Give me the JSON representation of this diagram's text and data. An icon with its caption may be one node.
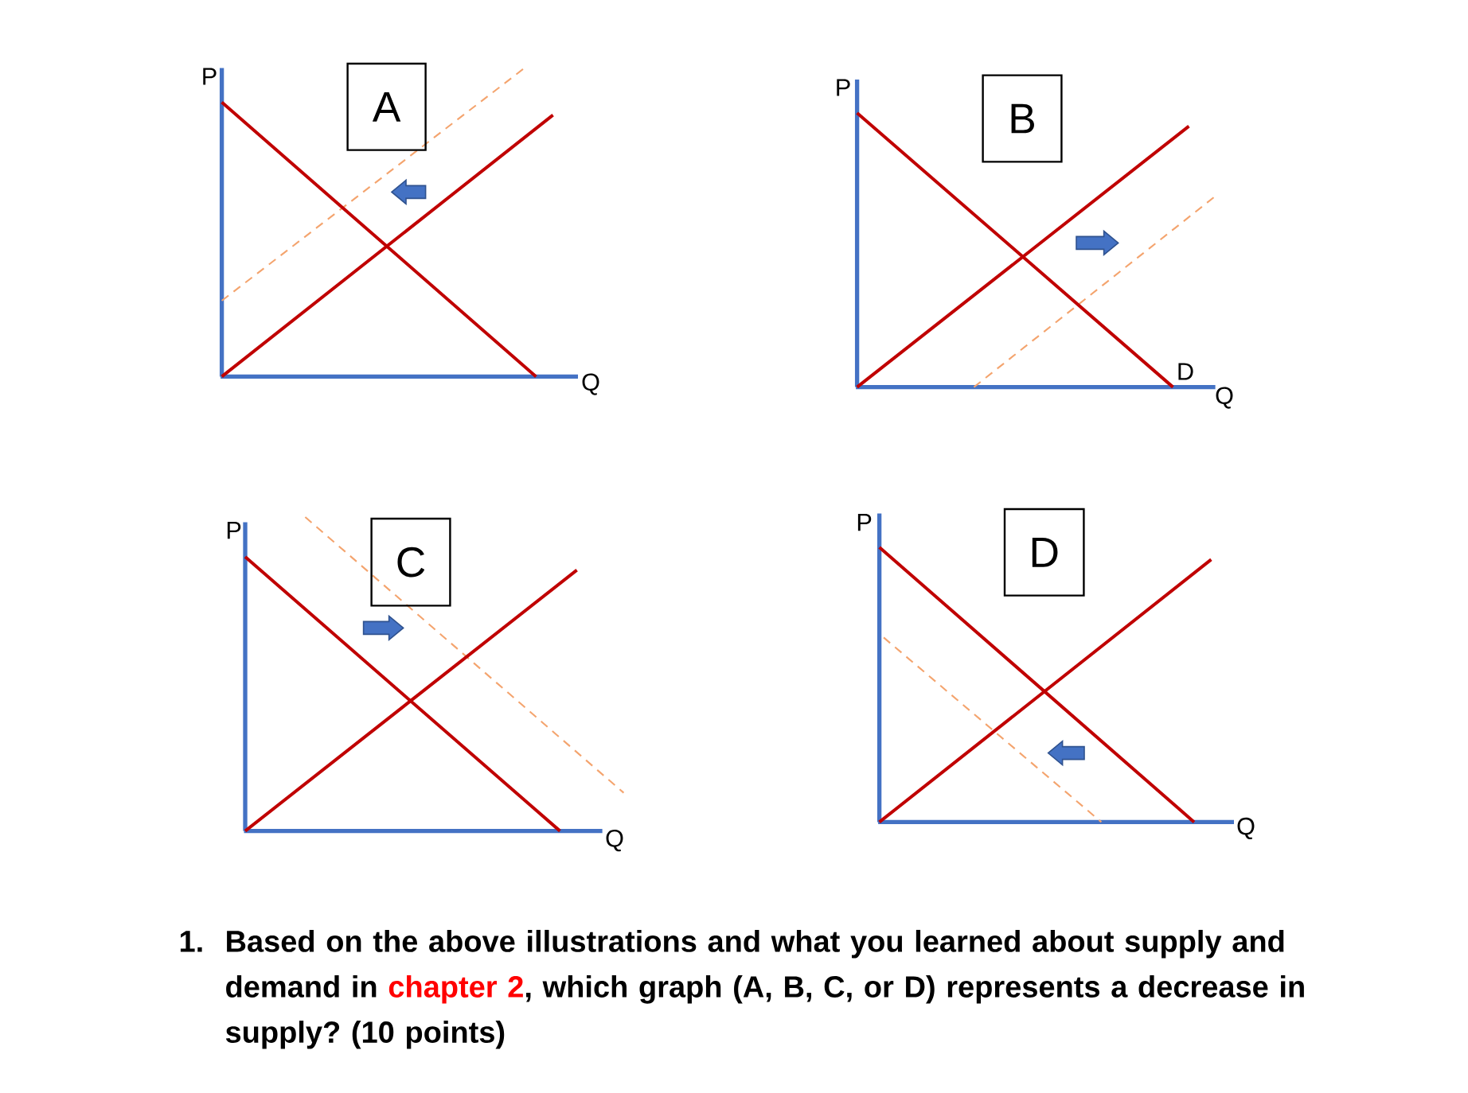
{
  "diagram": {
    "nodes": [
      {
        "text": [
          "A"
        ]
      },
      {
        "text": [
          "B"
        ]
      },
      {
        "text": [
          "C"
        ]
      },
      {
        "text": [
          "D"
        ]
      }
    ],
    "labels": [
      "P",
      "Q",
      "P",
      "D",
      "Q",
      "P",
      "Q",
      "P",
      "Q",
      "1.",
      "Based on the above illustrations and what you learned about supply and demand in",
      "chapter 2",
      ", which graph (A, B, C, or D) represents a decrease in supply? (10 points)"
    ]
  }
}
